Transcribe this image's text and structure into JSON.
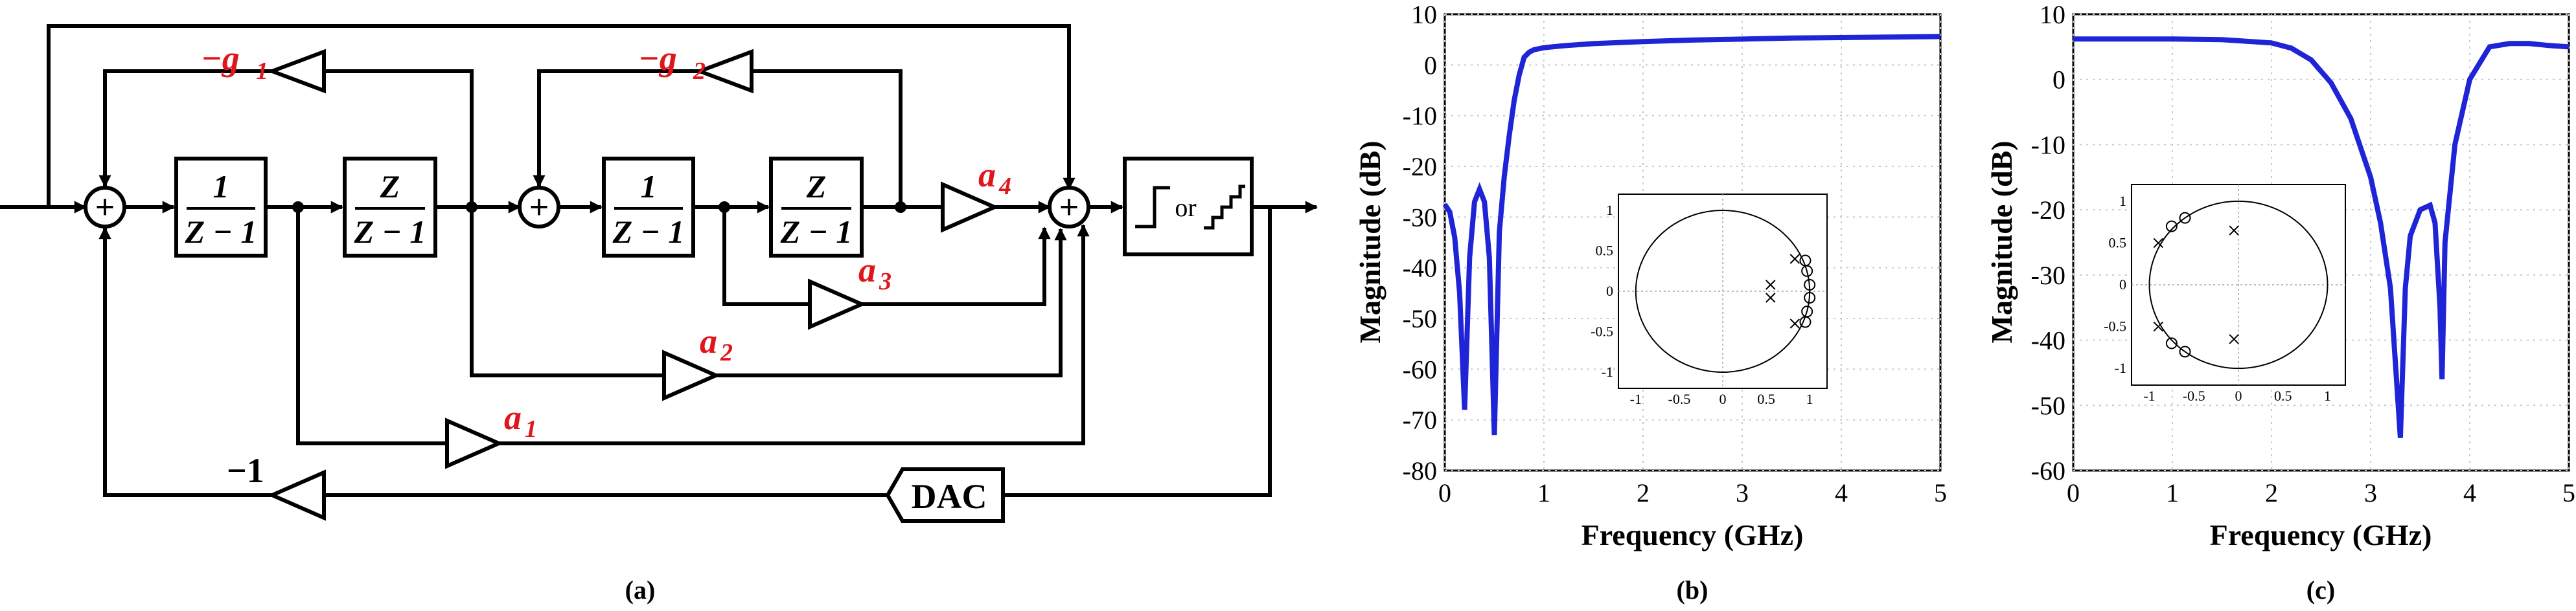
{
  "panel_a": {
    "caption": "(a)",
    "frac_num_1": "1",
    "frac_den": "Z − 1",
    "frac_num_z": "Z",
    "coef_g1": "−g",
    "coef_g1_sub": "1",
    "coef_g2": "−g",
    "coef_g2_sub": "2",
    "coef_a1": "a",
    "coef_a1_sub": "1",
    "coef_a2": "a",
    "coef_a2_sub": "2",
    "coef_a3": "a",
    "coef_a3_sub": "3",
    "coef_a4": "a",
    "coef_a4_sub": "4",
    "minus_one": "−1",
    "dac": "DAC",
    "quantizer_or": "or",
    "plus": "+",
    "colors": {
      "wire": "#000000",
      "coef": "#e0161b"
    }
  },
  "panel_b": {
    "caption": "(b)"
  },
  "panel_c": {
    "caption": "(c)"
  },
  "chart_data": [
    {
      "type": "line",
      "panel": "b",
      "xlabel": "Frequency (GHz)",
      "ylabel": "Magnitude (dB)",
      "xlim": [
        0,
        5
      ],
      "ylim": [
        -80,
        10
      ],
      "xticks": [
        "0",
        "1",
        "2",
        "3",
        "4",
        "5"
      ],
      "yticks": [
        "10",
        "0",
        "-10",
        "-20",
        "-30",
        "-40",
        "-50",
        "-60",
        "-70",
        "-80"
      ],
      "grid": true,
      "line_color": "#1f25d6",
      "x": [
        0,
        0.05,
        0.1,
        0.15,
        0.2,
        0.25,
        0.3,
        0.35,
        0.4,
        0.45,
        0.5,
        0.55,
        0.6,
        0.65,
        0.7,
        0.75,
        0.8,
        0.85,
        0.9,
        1.0,
        1.2,
        1.5,
        2.0,
        2.5,
        3.0,
        3.5,
        4.0,
        4.5,
        5.0
      ],
      "y": [
        -27.5,
        -29,
        -34,
        -45,
        -68,
        -38,
        -27,
        -24.5,
        -27,
        -38,
        -73,
        -33,
        -22,
        -14,
        -7,
        -2,
        1.5,
        2.5,
        3,
        3.4,
        3.8,
        4.2,
        4.6,
        4.9,
        5.1,
        5.3,
        5.4,
        5.5,
        5.6
      ],
      "inset": {
        "type": "pole-zero",
        "xlim": [
          -1.2,
          1.2
        ],
        "ylim": [
          -1.2,
          1.2
        ],
        "xticks": [
          "-1",
          "-0.5",
          "0",
          "0.5",
          "1"
        ],
        "yticks": [
          "1",
          "0.5",
          "0",
          "-0.5",
          "-1"
        ],
        "unit_circle": true,
        "poles": [
          [
            0.55,
            0.08
          ],
          [
            0.55,
            -0.08
          ],
          [
            0.83,
            0.4
          ],
          [
            0.83,
            -0.4
          ]
        ],
        "zeros": [
          [
            0.97,
            0.25
          ],
          [
            0.97,
            -0.25
          ],
          [
            1.0,
            0.08
          ],
          [
            1.0,
            -0.08
          ],
          [
            0.95,
            0.38
          ],
          [
            0.95,
            -0.38
          ]
        ]
      }
    },
    {
      "type": "line",
      "panel": "c",
      "xlabel": "Frequency (GHz)",
      "ylabel": "Magnitude (dB)",
      "xlim": [
        0,
        5
      ],
      "ylim": [
        -60,
        10
      ],
      "xticks": [
        "0",
        "1",
        "2",
        "3",
        "4",
        "5"
      ],
      "yticks": [
        "10",
        "0",
        "-10",
        "-20",
        "-30",
        "-40",
        "-50",
        "-60"
      ],
      "grid": true,
      "line_color": "#1f25d6",
      "x": [
        0,
        0.5,
        1.0,
        1.5,
        2.0,
        2.2,
        2.4,
        2.6,
        2.8,
        3.0,
        3.1,
        3.2,
        3.3,
        3.35,
        3.4,
        3.5,
        3.6,
        3.65,
        3.7,
        3.72,
        3.75,
        3.85,
        4.0,
        4.2,
        4.4,
        4.6,
        4.8,
        5.0
      ],
      "y": [
        6.2,
        6.2,
        6.2,
        6.1,
        5.6,
        4.8,
        3.0,
        -0.5,
        -6,
        -15,
        -22,
        -32,
        -55,
        -32,
        -24,
        -20,
        -19.3,
        -22,
        -35,
        -46,
        -25,
        -10,
        0,
        5,
        5.5,
        5.5,
        5.2,
        5.0
      ],
      "inset": {
        "type": "pole-zero",
        "xlim": [
          -1.2,
          1.2
        ],
        "ylim": [
          -1.2,
          1.2
        ],
        "xticks": [
          "-1",
          "-0.5",
          "0",
          "0.5",
          "1"
        ],
        "yticks": [
          "1",
          "0.5",
          "0",
          "-0.5",
          "-1"
        ],
        "unit_circle": true,
        "poles": [
          [
            -0.9,
            0.5
          ],
          [
            -0.9,
            -0.5
          ],
          [
            -0.05,
            0.65
          ],
          [
            -0.05,
            -0.65
          ]
        ],
        "zeros": [
          [
            -0.75,
            0.7
          ],
          [
            -0.75,
            -0.7
          ],
          [
            -0.6,
            0.8
          ],
          [
            -0.6,
            -0.8
          ]
        ]
      }
    }
  ]
}
